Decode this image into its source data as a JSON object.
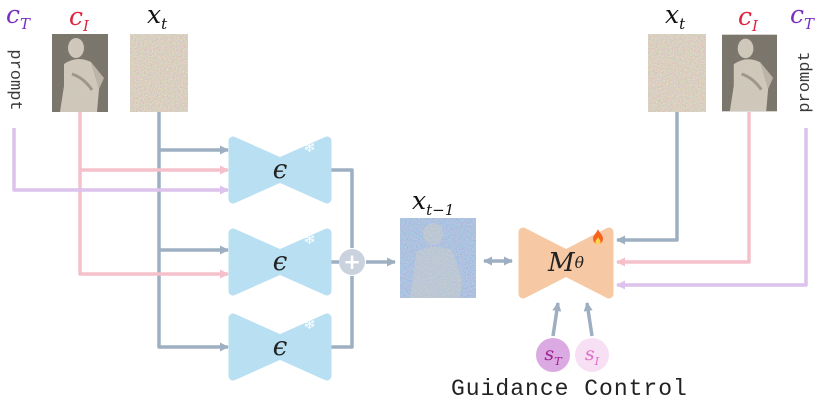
{
  "caption": "Guidance Control",
  "labels": {
    "c_T": {
      "base": "c",
      "sub": "T"
    },
    "c_I": {
      "base": "c",
      "sub": "I"
    },
    "x_t": {
      "base": "x",
      "sub": "t"
    },
    "x_prev": {
      "base": "x",
      "sub": "t−1"
    },
    "M_theta": {
      "base": "M",
      "sub": "θ"
    },
    "s_T": {
      "base": "s",
      "sub": "T"
    },
    "s_I": {
      "base": "s",
      "sub": "I"
    },
    "epsilon": "ϵ",
    "prompt": "prompt",
    "plus": "+",
    "snowflake": "❄"
  },
  "colors": {
    "frozen_net": "#b9e0f2",
    "trainable_net": "#f6c9a4",
    "arrow_gray": "#9eafc2",
    "arrow_pink": "#f5c0ca",
    "arrow_purple": "#dcc2ec",
    "c_T_label": "#7b2fc0",
    "c_I_label": "#de2440",
    "x_label": "#111111",
    "plus_circle": "#c9d2dd",
    "s_T_fill": "#dcaae2",
    "s_T_text": "#9c2090",
    "s_I_fill": "#f8e0f4",
    "s_I_text": "#e36cc8"
  }
}
